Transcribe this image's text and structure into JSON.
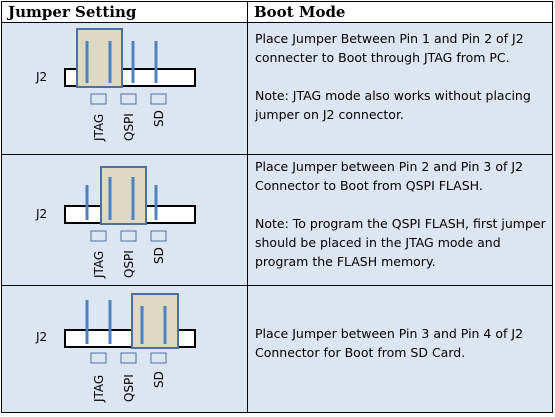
{
  "header": {
    "col1": "Jumper Setting",
    "col2": "Boot Mode"
  },
  "connector_label": "J2",
  "pin_labels": [
    "JTAG",
    "QSPI",
    "SD"
  ],
  "colors": {
    "row_bg": "#dce6f2",
    "jumper_fill": "#ddd9c3",
    "jumper_stroke": "#4f6fa0",
    "pin": "#4f81bd"
  },
  "rows": [
    {
      "mode": "JTAG",
      "jumper_pins": "1-2",
      "desc1": "Place Jumper Between Pin 1 and Pin 2 of J2 connecter to Boot through JTAG from PC.",
      "desc2": "Note: JTAG mode also works without placing jumper on J2 connector."
    },
    {
      "mode": "QSPI",
      "jumper_pins": "2-3",
      "desc1": "Place Jumper between Pin 2 and Pin 3 of J2 Connector to Boot from QSPI FLASH.",
      "desc2": "Note: To program the QSPI FLASH, first jumper should be placed in the JTAG mode and program the FLASH memory."
    },
    {
      "mode": "SD",
      "jumper_pins": "3-4",
      "desc1": "Place Jumper between Pin 3 and Pin 4 of J2 Connector for Boot from SD Card.",
      "desc2": ""
    }
  ]
}
